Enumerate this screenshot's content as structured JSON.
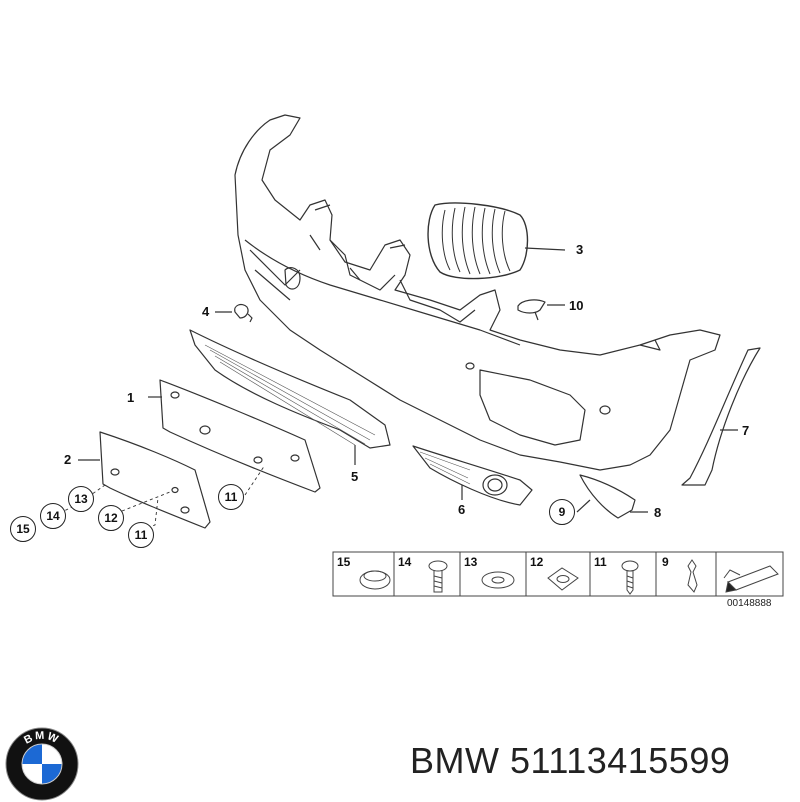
{
  "diagram": {
    "callouts": [
      {
        "id": "label-1",
        "text": "1"
      },
      {
        "id": "label-2",
        "text": "2"
      },
      {
        "id": "label-3",
        "text": "3"
      },
      {
        "id": "label-4",
        "text": "4"
      },
      {
        "id": "label-5",
        "text": "5"
      },
      {
        "id": "label-6",
        "text": "6"
      },
      {
        "id": "label-7",
        "text": "7"
      },
      {
        "id": "label-8",
        "text": "8"
      },
      {
        "id": "label-10",
        "text": "10"
      }
    ],
    "circled_callouts": [
      {
        "id": "label-9",
        "text": "9"
      },
      {
        "id": "label-11a",
        "text": "11"
      },
      {
        "id": "label-11b",
        "text": "11"
      },
      {
        "id": "label-12",
        "text": "12"
      },
      {
        "id": "label-13",
        "text": "13"
      },
      {
        "id": "label-14",
        "text": "14"
      },
      {
        "id": "label-15",
        "text": "15"
      }
    ],
    "legend": [
      "15",
      "14",
      "13",
      "12",
      "11",
      "9"
    ],
    "drawing_code": "00148888"
  },
  "footer": {
    "brand_text": "BMW 51113415599",
    "logo_letters": "BMW",
    "logo_colors": {
      "blue": "#1c69d4",
      "white": "#ffffff",
      "black": "#111111"
    }
  }
}
